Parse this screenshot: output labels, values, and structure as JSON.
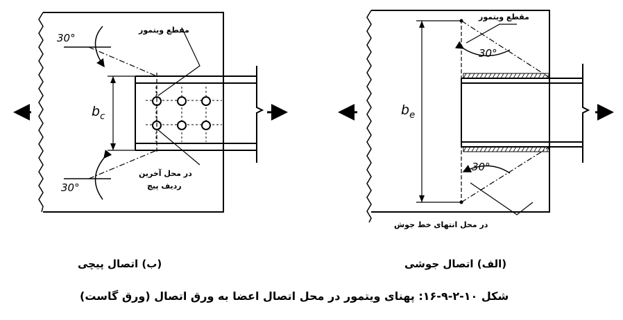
{
  "panel_right": {
    "caption": "(الف) اتصال جوشی",
    "label_section": "مقطع ویتمور",
    "label_weld_end": "در محل انتهای خط جوش",
    "angle_top": "30°",
    "angle_bottom": "30°",
    "width_symbol": "b",
    "width_sub": "e"
  },
  "panel_left": {
    "caption": "(ب) اتصال پیچی",
    "label_section": "مقطع ویتمور",
    "label_last_row_1": "در محل آخرین",
    "label_last_row_2": "ردیف پیچ",
    "angle_top": "30°",
    "angle_bottom": "30°",
    "width_symbol": "b",
    "width_sub": "c"
  },
  "figure_title": "شکل ۱۰-۲-۹-۱۶: پهنای ویتمور در محل اتصال اعضا به ورق اتصال (ورق گاست)"
}
